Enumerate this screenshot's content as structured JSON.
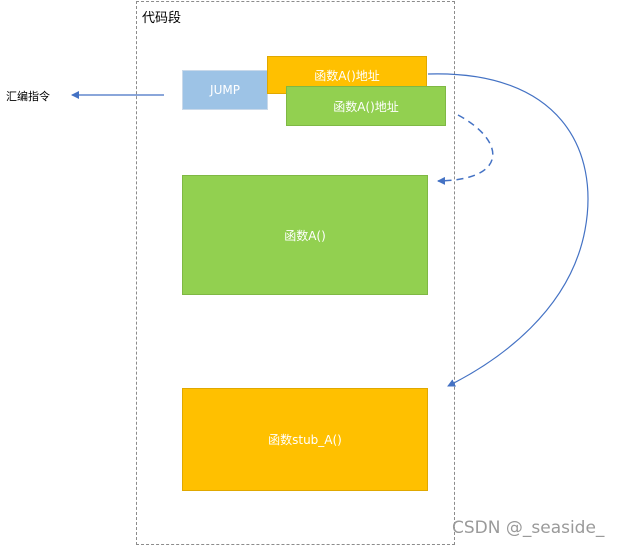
{
  "segment": {
    "title": "代码段"
  },
  "boxes": {
    "jump": "JUMP",
    "addr_orange": "函数A()地址",
    "addr_green": "函数A()地址",
    "func_a": "函数A()",
    "func_stub": "函数stub_A()"
  },
  "labels": {
    "asm": "汇编指令"
  },
  "watermark": "CSDN @_seaside_",
  "colors": {
    "orange": "#ffc000",
    "green": "#92d050",
    "blue": "#9dc3e6",
    "arrow": "#4472c4"
  }
}
